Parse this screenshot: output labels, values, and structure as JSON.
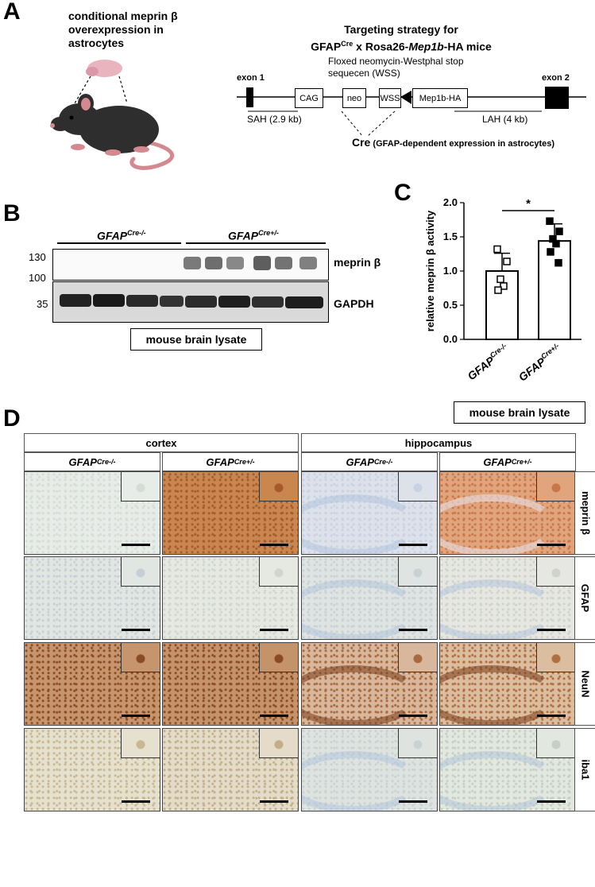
{
  "panels": {
    "a": "A",
    "b": "B",
    "c": "C",
    "d": "D"
  },
  "panel_a": {
    "mouse_caption": "conditional meprin β overexpression in astrocytes",
    "title_line1": "Targeting strategy for",
    "title_line2_pre": "GFAP",
    "title_line2_sup": "Cre",
    "title_line2_mid": " x Rosa26-",
    "title_line2_it": "Mep1b",
    "title_line2_post": "-HA mice",
    "wss_note": "Floxed neomycin-Westphal stop sequecen (WSS)",
    "exon1": "exon 1",
    "exon2": "exon 2",
    "boxes": {
      "cag": "CAG",
      "neo": "neo",
      "wss": "WSS",
      "mep": "Mep1b-HA"
    },
    "sah": "SAH (2.9 kb)",
    "lah": "LAH (4 kb)",
    "cre_bold": "Cre",
    "cre_note": " (GFAP-dependent expression in astrocytes)"
  },
  "panel_b": {
    "group1": "GFAP",
    "group1_sup": "Cre-/-",
    "group2": "GFAP",
    "group2_sup": "Cre+/-",
    "mw_130": "130",
    "mw_100": "100",
    "mw_35": "35",
    "blot1_label": "meprin β",
    "blot2_label": "GAPDH",
    "caption": "mouse brain lysate"
  },
  "panel_d": {
    "regions": [
      "cortex",
      "hippocampus"
    ],
    "col_base": "GFAP",
    "cols": [
      "Cre-/-",
      "Cre+/-",
      "Cre-/-",
      "Cre+/-"
    ],
    "rows": [
      "meprin β",
      "GFAP",
      "NeuN",
      "iba1"
    ]
  },
  "chart_data": {
    "type": "bar",
    "ylabel": "relative meprin β activity",
    "ylim": [
      0,
      2.0
    ],
    "yticks": [
      "0.0",
      "0.5",
      "1.0",
      "1.5",
      "2.0"
    ],
    "categories": [
      {
        "base": "GFAP",
        "sup": "Cre-/-"
      },
      {
        "base": "GFAP",
        "sup": "Cre+/-"
      }
    ],
    "values": [
      1.0,
      1.44
    ],
    "errors": [
      0.26,
      0.25
    ],
    "points": [
      [
        1.32,
        1.14,
        0.88,
        0.78,
        0.72
      ],
      [
        1.73,
        1.58,
        1.47,
        1.4,
        1.28,
        1.12
      ]
    ],
    "significance": "*",
    "caption": "mouse brain lysate"
  }
}
